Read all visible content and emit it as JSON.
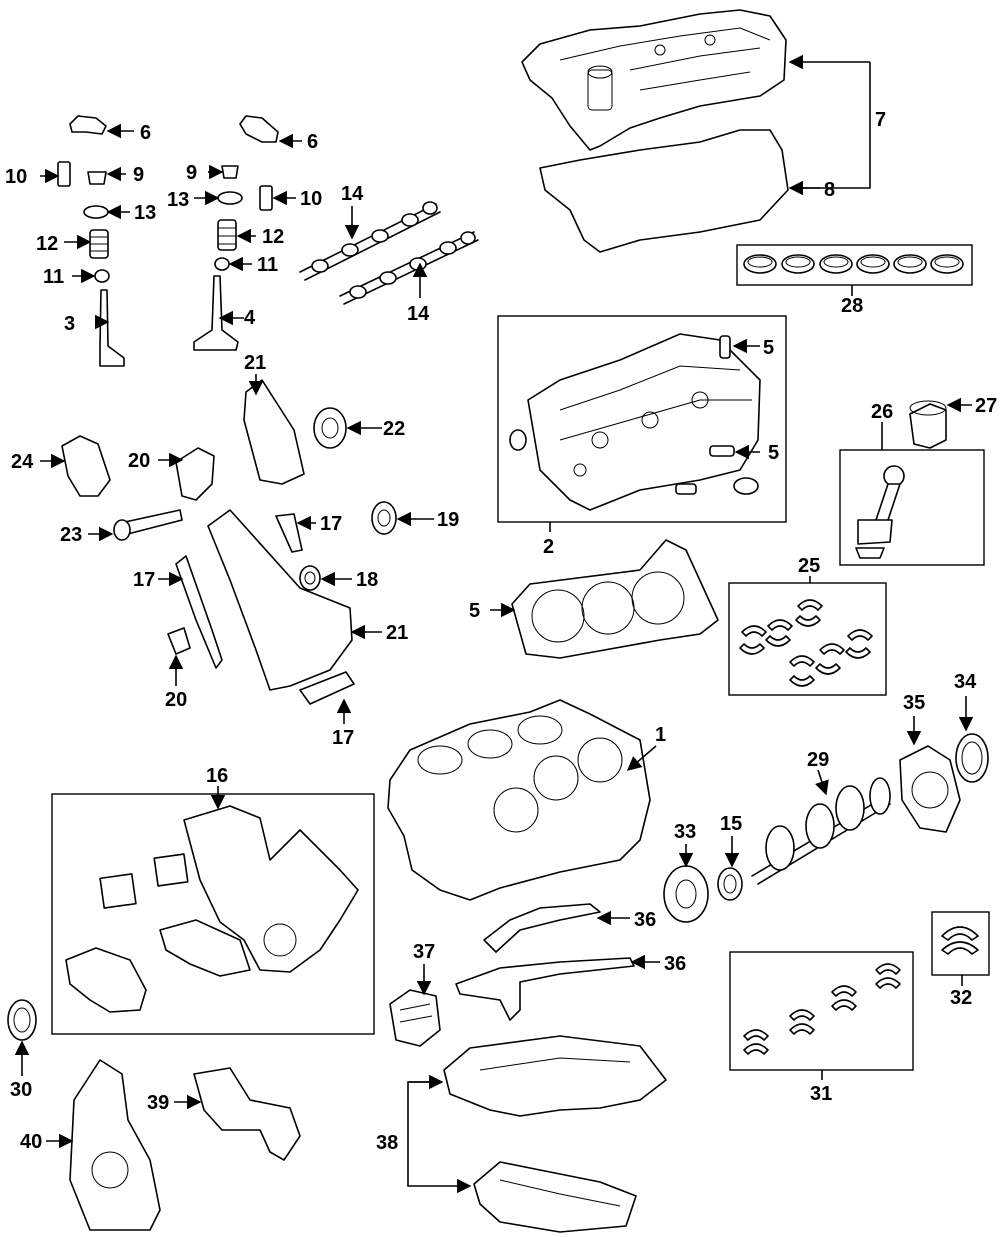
{
  "callouts": [
    "1",
    "2",
    "3",
    "4",
    "5",
    "6",
    "7",
    "8",
    "9",
    "10",
    "11",
    "12",
    "13",
    "14",
    "15",
    "16",
    "17",
    "18",
    "19",
    "20",
    "21",
    "22",
    "23",
    "24",
    "25",
    "26",
    "27",
    "28",
    "29",
    "30",
    "31",
    "32",
    "33",
    "34",
    "35",
    "36",
    "37",
    "38",
    "39",
    "40"
  ],
  "labels": {
    "c1": "1",
    "c2": "2",
    "c3": "3",
    "c4": "4",
    "c5a": "5",
    "c5b": "5",
    "c5c": "5",
    "c6a": "6",
    "c6b": "6",
    "c7": "7",
    "c8": "8",
    "c9a": "9",
    "c9b": "9",
    "c10a": "10",
    "c10b": "10",
    "c11a": "11",
    "c11b": "11",
    "c12a": "12",
    "c12b": "12",
    "c13a": "13",
    "c13b": "13",
    "c14a": "14",
    "c14b": "14",
    "c15": "15",
    "c16": "16",
    "c17a": "17",
    "c17b": "17",
    "c17c": "17",
    "c18": "18",
    "c19": "19",
    "c20a": "20",
    "c20b": "20",
    "c21a": "21",
    "c21b": "21",
    "c22": "22",
    "c23": "23",
    "c24": "24",
    "c25": "25",
    "c26": "26",
    "c27": "27",
    "c28": "28",
    "c29": "29",
    "c30": "30",
    "c31": "31",
    "c32": "32",
    "c33": "33",
    "c34": "34",
    "c35": "35",
    "c36a": "36",
    "c36b": "36",
    "c37": "37",
    "c38": "38",
    "c39": "39",
    "c40": "40"
  }
}
